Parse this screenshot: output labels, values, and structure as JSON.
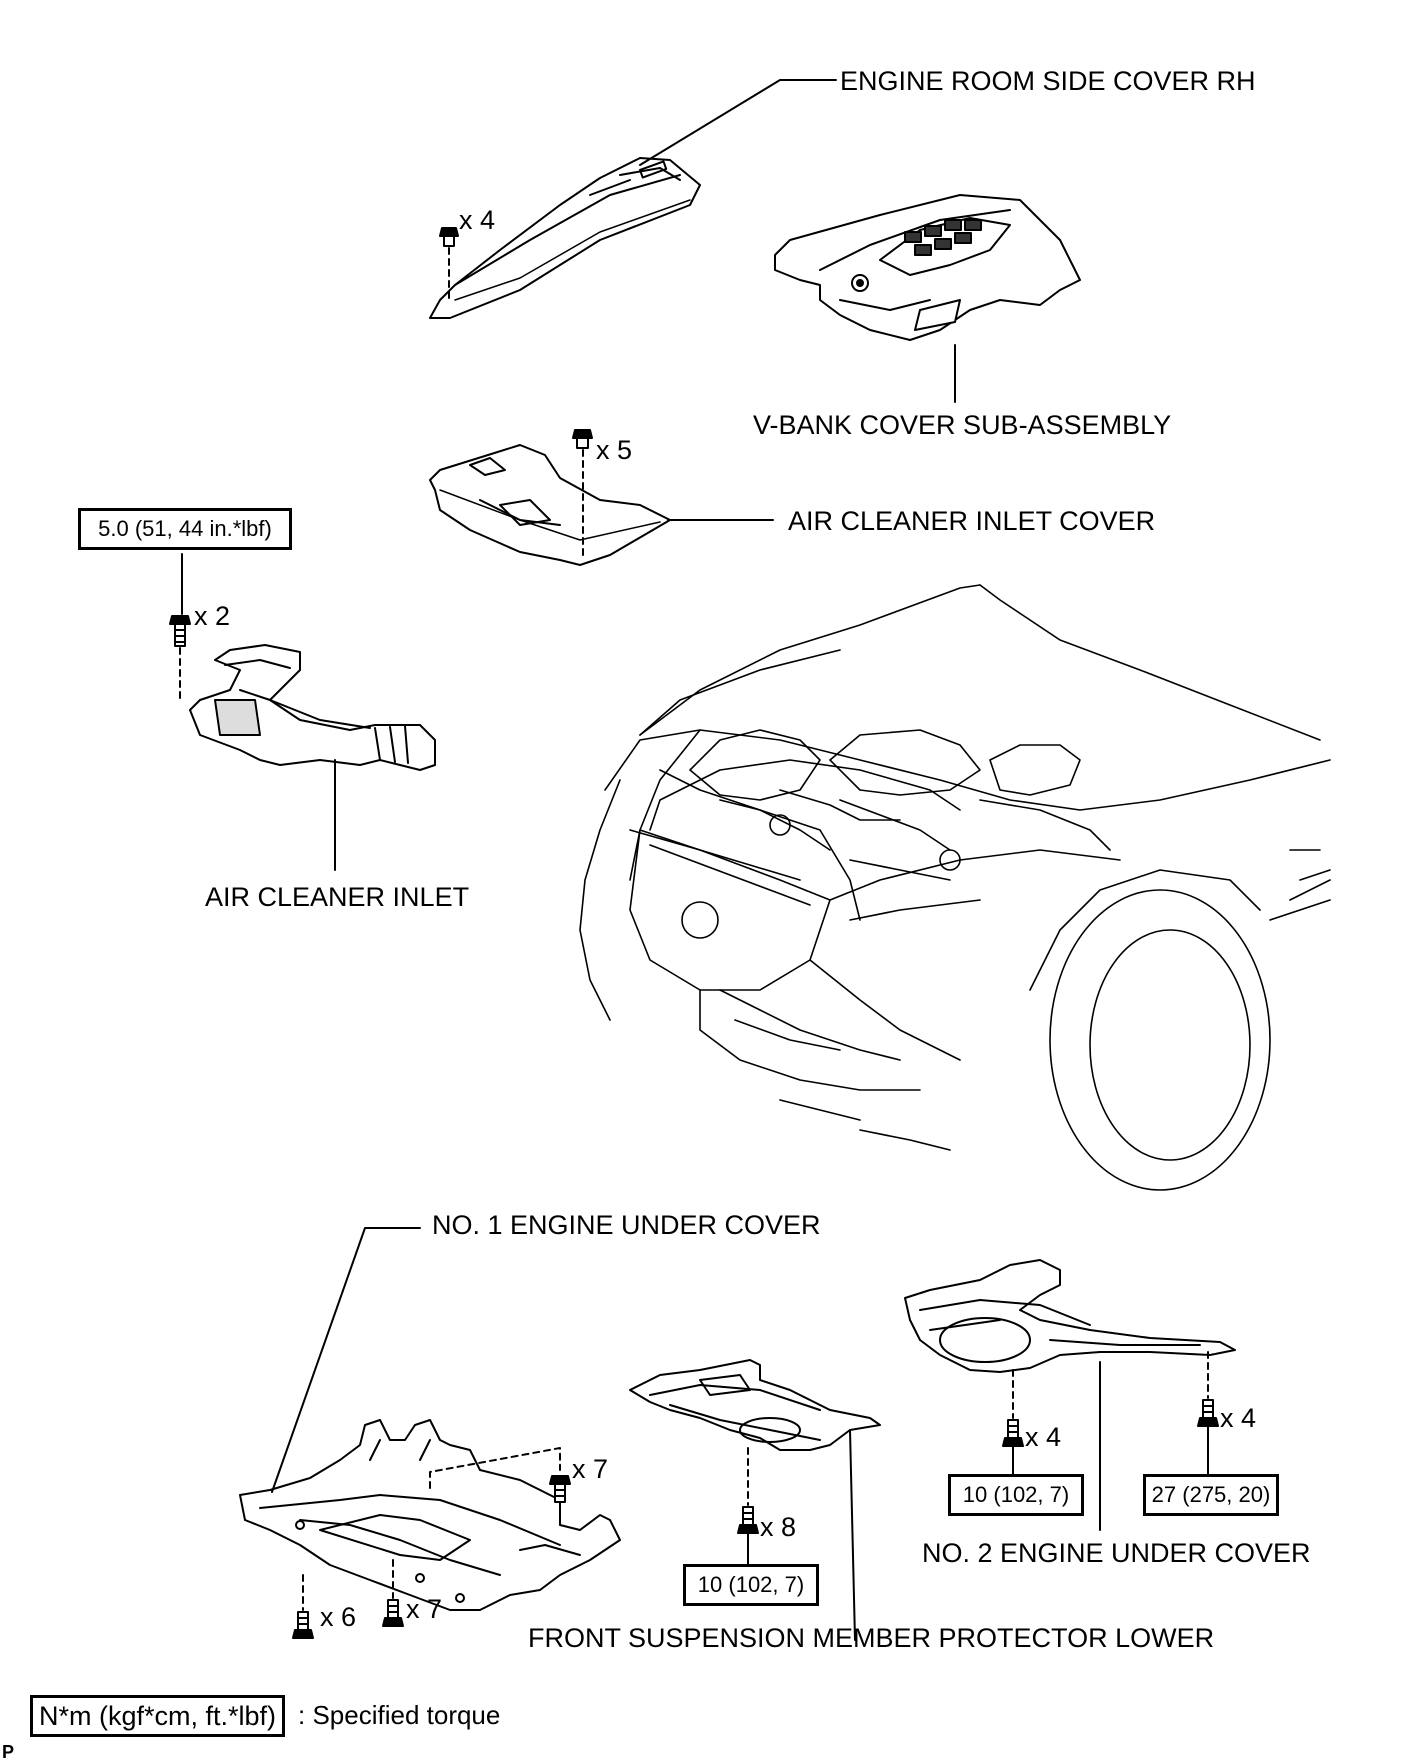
{
  "labels": {
    "engine_room_side_cover_rh": "ENGINE ROOM SIDE COVER RH",
    "v_bank_cover": "V-BANK COVER SUB-ASSEMBLY",
    "air_cleaner_inlet_cover": "AIR CLEANER INLET COVER",
    "air_cleaner_inlet": "AIR CLEANER INLET",
    "no1_engine_under_cover": "NO. 1 ENGINE UNDER COVER",
    "no2_engine_under_cover": "NO. 2 ENGINE UNDER COVER",
    "front_suspension_member_protector_lower": "FRONT SUSPENSION MEMBER PROTECTOR LOWER"
  },
  "quantities": {
    "side_cover_clips": "x 4",
    "inlet_cover_clips": "x 5",
    "inlet_bolts": "x 2",
    "no1_bolts_right": "x 7",
    "no1_bolts_left": "x 6",
    "no1_bolts_center": "x 7",
    "protector_bolts": "x 8",
    "no2_bolts_left": "x 4",
    "no2_bolts_right": "x 4"
  },
  "torques": {
    "air_cleaner_inlet": "5.0 (51, 44 in.*lbf)",
    "protector": "10 (102, 7)",
    "no2_left": "10 (102, 7)",
    "no2_right": "27 (275, 20)"
  },
  "legend": {
    "box": "N*m (kgf*cm, ft.*lbf)",
    "text": ": Specified torque"
  },
  "figure_code": "P"
}
